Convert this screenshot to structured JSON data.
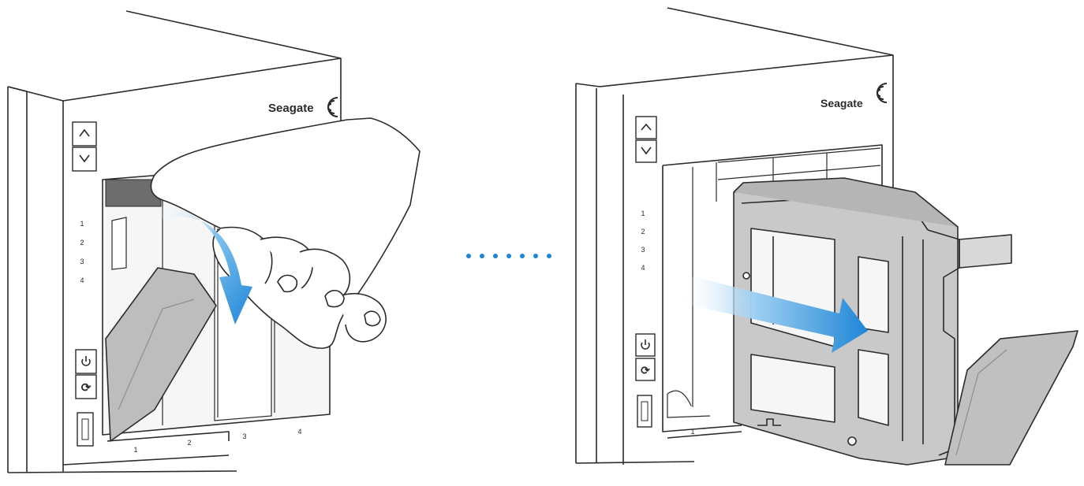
{
  "colors": {
    "line": "#2b2b2b",
    "tray_fill": "#c9c9c9",
    "tray_shade": "#a9a9a9",
    "latch_dark": "#6d6d6d",
    "arrow_blue": "#1f86d6",
    "dot_blue": "#1f86d6",
    "panel_fill": "#f6f6f6"
  },
  "left_step": {
    "brand": "Seagate",
    "nav_up_icon": "chevron-up-icon",
    "nav_down_icon": "chevron-down-icon",
    "led_labels": [
      "1",
      "2",
      "3",
      "4"
    ],
    "bay_labels": [
      "1",
      "2",
      "3",
      "4"
    ],
    "power_icon": "power-icon",
    "sync_icon": "sync-icon",
    "usb_icon": "usb-port-icon"
  },
  "right_step": {
    "brand": "Seagate",
    "led_labels": [
      "1",
      "2",
      "3",
      "4"
    ],
    "bay_labels": [
      "1"
    ],
    "power_icon": "power-icon",
    "sync_icon": "sync-icon"
  },
  "separator": {
    "dot_count": 7
  }
}
